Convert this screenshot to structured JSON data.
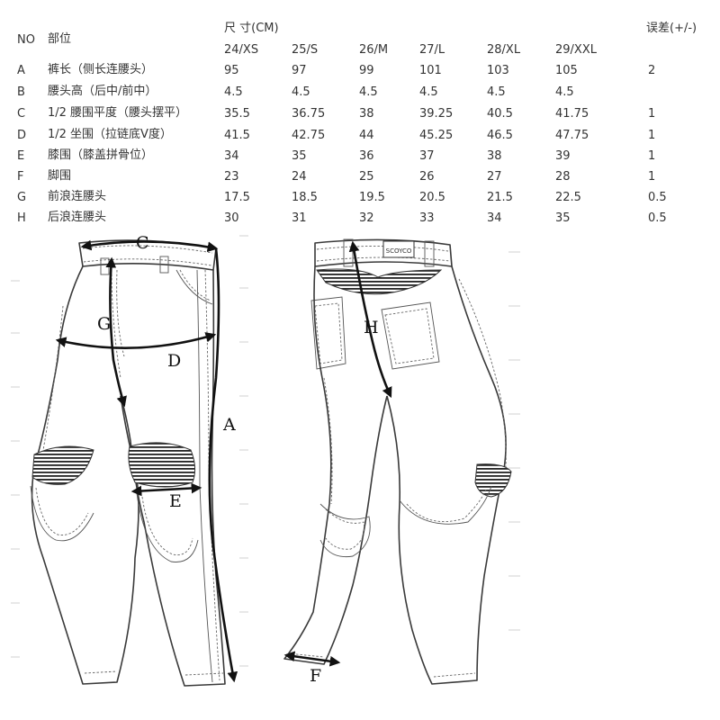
{
  "table": {
    "header": {
      "no": "NO",
      "part": "部位",
      "size_group": "尺 寸(CM)",
      "tolerance": "误差(+/-)"
    },
    "sizes": [
      "24/XS",
      "25/S",
      "26/M",
      "27/L",
      "28/XL",
      "29/XXL"
    ],
    "rows": [
      {
        "no": "A",
        "part": "裤长（侧长连腰头）",
        "values": [
          "95",
          "97",
          "99",
          "101",
          "103",
          "105"
        ],
        "tol": "2"
      },
      {
        "no": "B",
        "part": "腰头高（后中/前中）",
        "values": [
          "4.5",
          "4.5",
          "4.5",
          "4.5",
          "4.5",
          "4.5"
        ],
        "tol": ""
      },
      {
        "no": "C",
        "part": "1/2 腰围平度（腰头摆平）",
        "values": [
          "35.5",
          "36.75",
          "38",
          "39.25",
          "40.5",
          "41.75"
        ],
        "tol": "1"
      },
      {
        "no": "D",
        "part": "1/2 坐围（拉链底V度）",
        "values": [
          "41.5",
          "42.75",
          "44",
          "45.25",
          "46.5",
          "47.75"
        ],
        "tol": "1"
      },
      {
        "no": "E",
        "part": " 膝围（膝盖拼骨位）",
        "values": [
          "34",
          "35",
          "36",
          "37",
          "38",
          "39"
        ],
        "tol": "1"
      },
      {
        "no": "F",
        "part": "脚围",
        "values": [
          "23",
          "24",
          "25",
          "26",
          "27",
          "28"
        ],
        "tol": "1"
      },
      {
        "no": "G",
        "part": "前浪连腰头",
        "values": [
          "17.5",
          "18.5",
          "19.5",
          "20.5",
          "21.5",
          "22.5"
        ],
        "tol": "0.5"
      },
      {
        "no": "H",
        "part": "后浪连腰头",
        "values": [
          "30",
          "31",
          "32",
          "33",
          "34",
          "35"
        ],
        "tol": "0.5"
      }
    ]
  },
  "diagram": {
    "labels": {
      "a": "A",
      "c": "C",
      "d": "D",
      "e": "E",
      "f": "F",
      "g": "G",
      "h": "H"
    },
    "brand_patch": "SCOYCO"
  }
}
